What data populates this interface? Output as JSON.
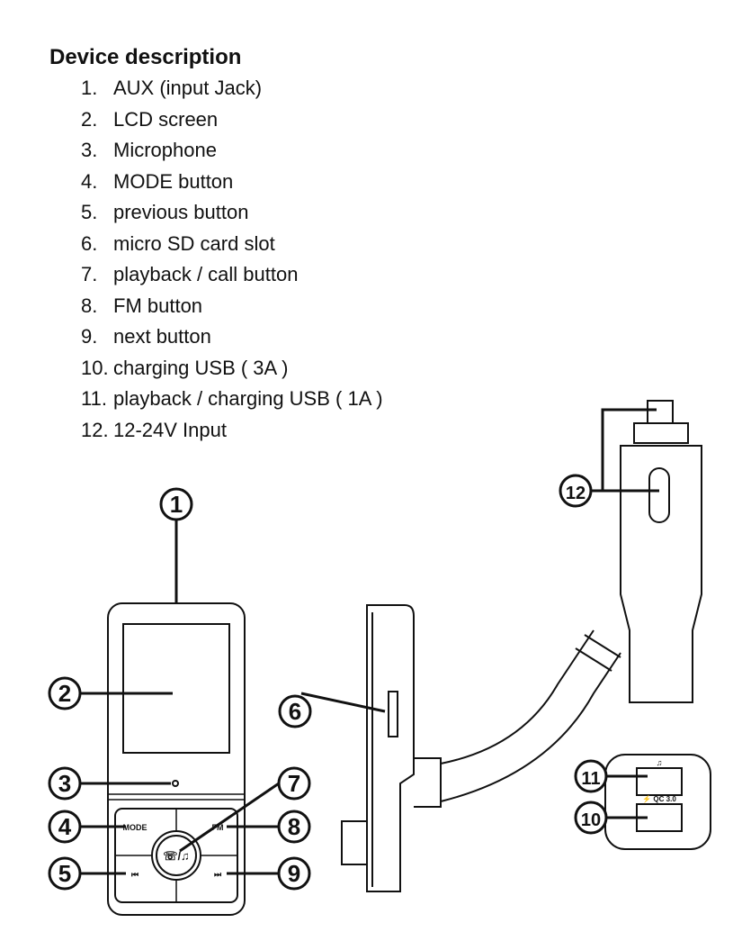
{
  "title": "Device description",
  "items": [
    {
      "num": "1.",
      "label": "AUX (input Jack)"
    },
    {
      "num": "2.",
      "label": "LCD screen"
    },
    {
      "num": "3.",
      "label": "Microphone"
    },
    {
      "num": "4.",
      "label": "MODE button"
    },
    {
      "num": "5.",
      "label": "previous button"
    },
    {
      "num": "6.",
      "label": "micro SD card slot"
    },
    {
      "num": "7.",
      "label": "playback / call button"
    },
    {
      "num": "8.",
      "label": "FM button"
    },
    {
      "num": "9.",
      "label": "next button"
    },
    {
      "num": "10.",
      "label": "charging USB ( 3A )"
    },
    {
      "num": "11.",
      "label": "playback / charging USB ( 1A )"
    },
    {
      "num": "12.",
      "label": "12-24V Input"
    }
  ],
  "diagram": {
    "button_labels": {
      "mode": "MODE",
      "fm": "FM",
      "prev": "⏮",
      "next": "⏭",
      "center": "☏/♫"
    },
    "port_labels": {
      "music": "♫",
      "qc": "⚡ QC 3.0"
    },
    "callouts": [
      "1",
      "2",
      "3",
      "4",
      "5",
      "6",
      "7",
      "8",
      "9",
      "10",
      "11",
      "12"
    ]
  }
}
